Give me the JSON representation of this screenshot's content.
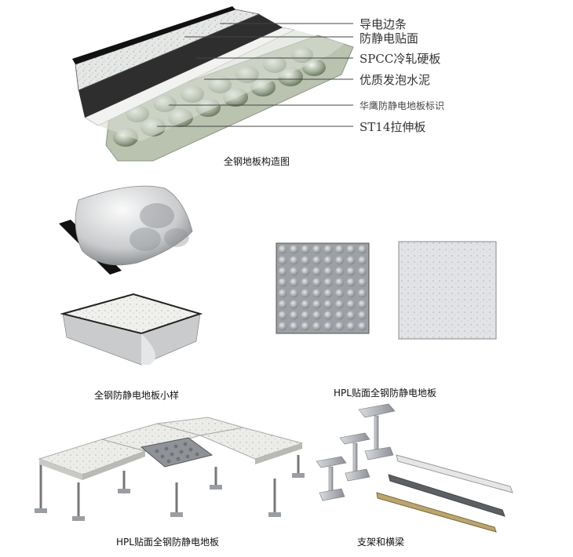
{
  "structure": {
    "caption": "全钢地板构造图",
    "callouts": [
      {
        "text": "导电边条"
      },
      {
        "text": "防静电贴面"
      },
      {
        "text": "SPCC冷轧硬板"
      },
      {
        "text": "优质发泡水泥"
      },
      {
        "text": "华鹰防静电地板标识"
      },
      {
        "text": "ST14拉伸板"
      }
    ]
  },
  "samples": {
    "caption": "全钢防静电地板小样"
  },
  "hpl_panels": {
    "caption": "HPL贴面全钢防静电地板"
  },
  "installed": {
    "caption": "HPL贴面全钢防静电地板"
  },
  "supports": {
    "caption": "支架和横梁"
  },
  "colors": {
    "panel_surface": "#e8ebe8",
    "bottom_shell": "#b9c3b0",
    "edge_strip": "#333333",
    "leader_line": "#444444"
  }
}
